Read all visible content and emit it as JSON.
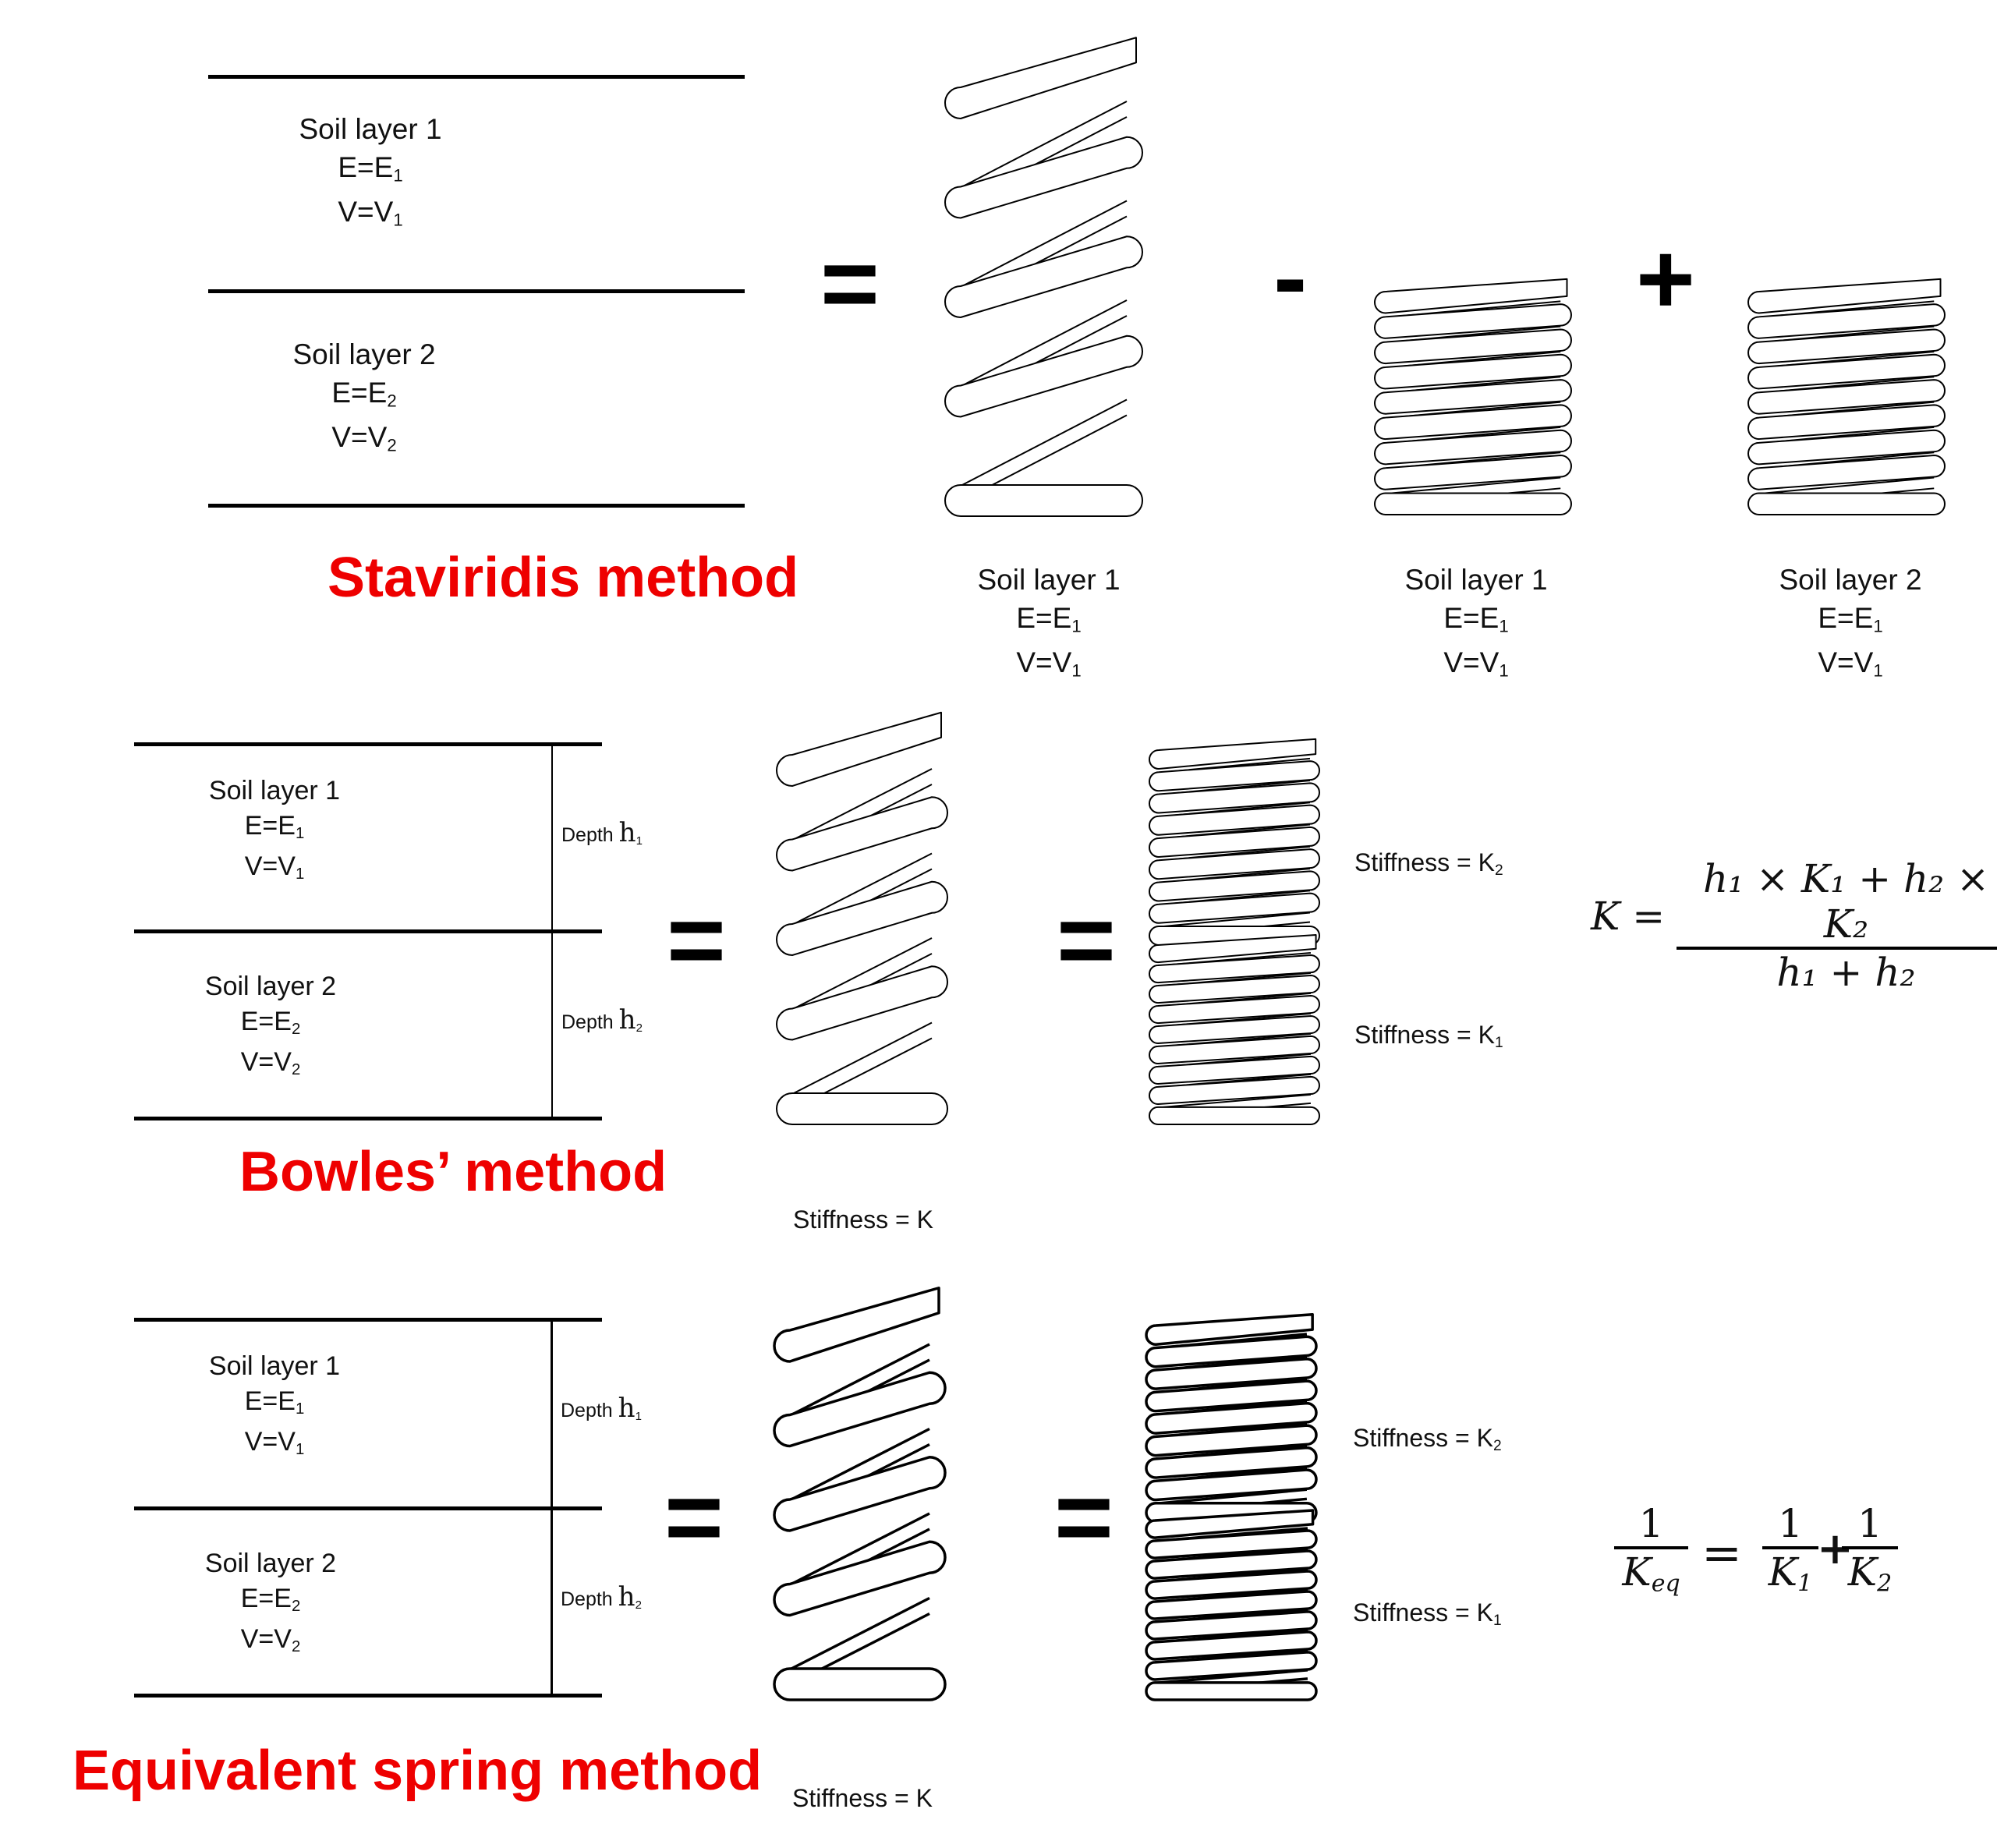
{
  "staviridis": {
    "title": "Staviridis method",
    "left": {
      "l1": "Soil layer 1",
      "e1": "E=E",
      "e1s": "1",
      "v1": "V=V",
      "v1s": "1",
      "l2": "Soil layer 2",
      "e2": "E=E",
      "e2s": "2",
      "v2": "V=V",
      "v2s": "2"
    },
    "ops": [
      "=",
      "-",
      "+"
    ],
    "springs": [
      {
        "l": "Soil layer 1",
        "e": "E=E",
        "es": "1",
        "v": "V=V",
        "vs": "1"
      },
      {
        "l": "Soil layer 1",
        "e": "E=E",
        "es": "1",
        "v": "V=V",
        "vs": "1"
      },
      {
        "l": "Soil layer 2",
        "e": "E=E",
        "es": "1",
        "v": "V=V",
        "vs": "1"
      }
    ]
  },
  "bowles": {
    "title": "Bowles’ method",
    "l1": "Soil layer 1",
    "e1": "E=E",
    "e1s": "1",
    "v1": "V=V",
    "v1s": "1",
    "l2": "Soil layer 2",
    "e2": "E=E",
    "e2s": "2",
    "v2": "V=V",
    "v2s": "2",
    "depth_label": "Depth",
    "h1": "h",
    "h1s": "1",
    "h2": "h",
    "h2s": "2",
    "eq": "=",
    "stiffness_k": "Stiffness = K",
    "stiffness_k2": "Stiffness = K",
    "k2s": "2",
    "stiffness_k1": "Stiffness = K",
    "k1s": "1",
    "formula": {
      "lhs": "K =",
      "num": "h₁ × K₁ + h₂ × K₂",
      "den": "h₁ + h₂"
    }
  },
  "equivalent": {
    "title": "Equivalent spring method",
    "l1": "Soil layer 1",
    "e1": "E=E",
    "e1s": "1",
    "v1": "V=V",
    "v1s": "1",
    "l2": "Soil layer 2",
    "e2": "E=E",
    "e2s": "2",
    "v2": "V=V",
    "v2s": "2",
    "depth_label": "Depth",
    "h1": "h",
    "h1s": "1",
    "h2": "h",
    "h2s": "2",
    "eq": "=",
    "stiffness_k": "Stiffness = K",
    "stiffness_k2": "Stiffness = K",
    "k2s": "2",
    "stiffness_k1": "Stiffness = K",
    "k1s": "1",
    "formula": {
      "one": "1",
      "keq": "K",
      "keq_sub": "eq",
      "k1": "K",
      "k1s": "1",
      "k2": "K",
      "k2s": "2",
      "eq": "=",
      "plus": "+"
    }
  }
}
